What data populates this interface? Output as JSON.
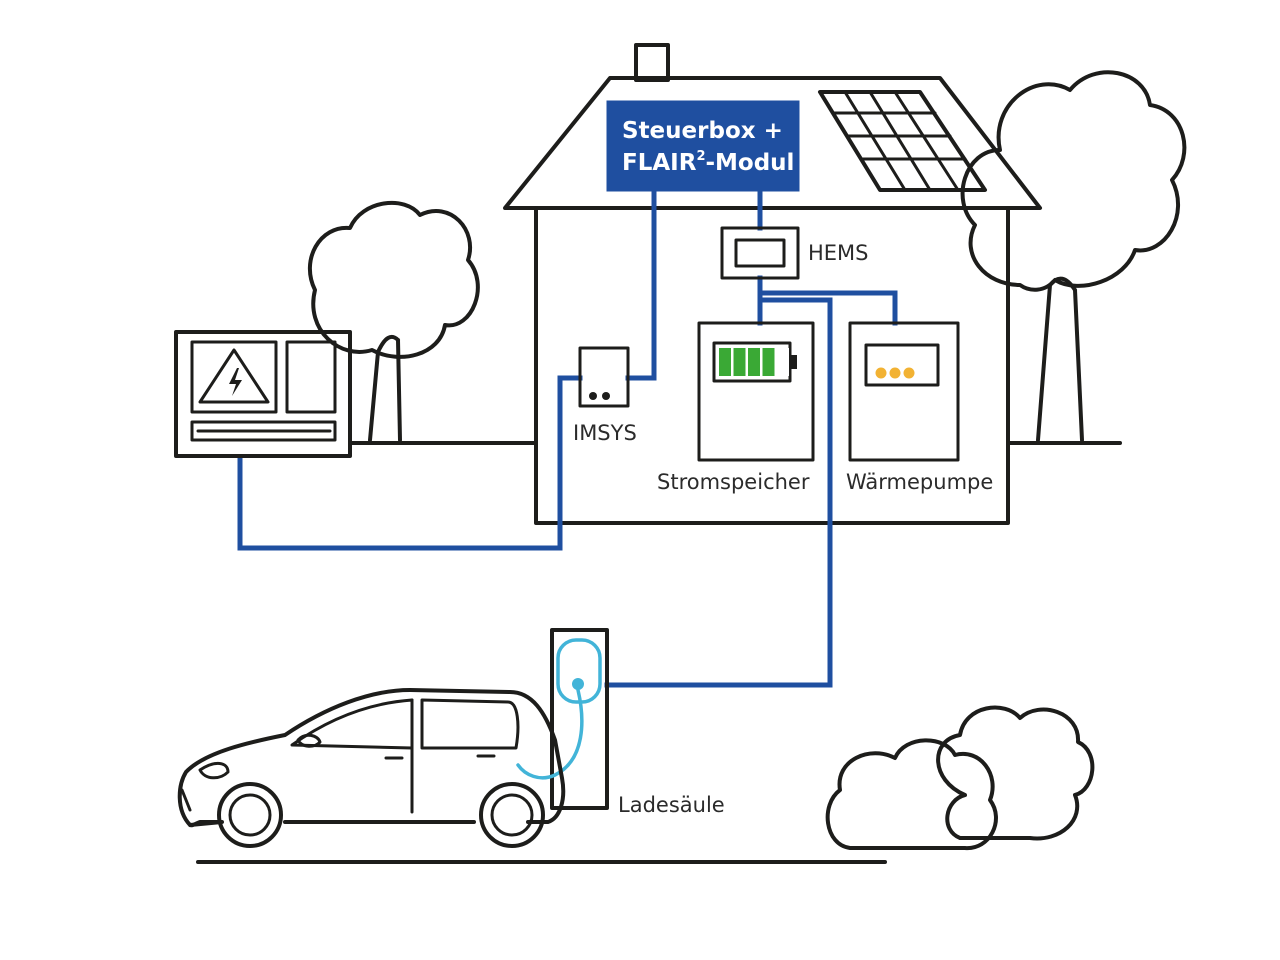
{
  "labels": {
    "steuerbox_line1": "Steuerbox +",
    "steuerbox_line2_a": "FLAIR",
    "steuerbox_line2_sup": "2",
    "steuerbox_line2_b": "-Modul",
    "hems": "HEMS",
    "imsys": "IMSYS",
    "stromspeicher": "Stromspeicher",
    "waermepumpe": "Wärmepumpe",
    "ladesaeule": "Ladesäule"
  },
  "colors": {
    "wire": "#1f4fa0",
    "steuerbox_fill": "#1f4fa0",
    "battery_cells": "#3aa935",
    "battery_cell_empty": "#ffffff",
    "heatpump_dots": "#f2b233",
    "charging_cable": "#42b4d8",
    "device_fill": "#d4d4d4"
  },
  "icons": {
    "battery_cells_total": 5,
    "battery_cells_filled": 4,
    "heatpump_dots": 3
  }
}
